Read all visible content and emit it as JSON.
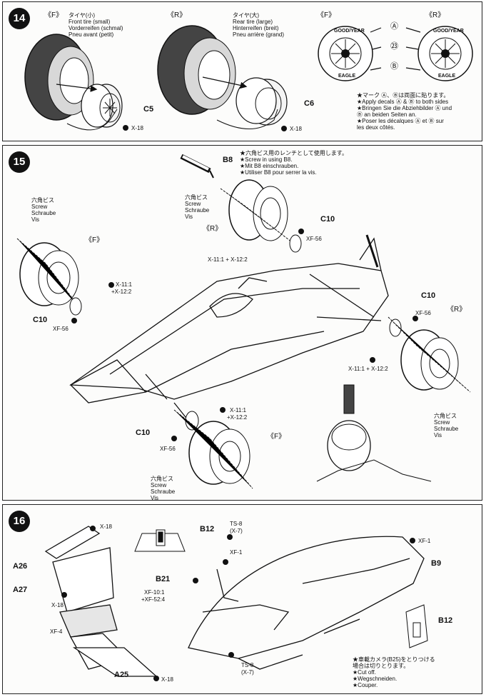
{
  "steps": {
    "s14": {
      "number": "14",
      "front_tag": "《F》",
      "rear_tag": "《R》",
      "front_tire": [
        "タイヤ(小)",
        "Front tire (small)",
        "Vorderreifen (schmal)",
        "Pneu avant (petit)"
      ],
      "rear_tire": [
        "タイヤ(大)",
        "Rear tire (large)",
        "Hinterreifen (breit)",
        "Pneu arrière (grand)"
      ],
      "wheel_front": "C5",
      "wheel_rear": "C6",
      "screw_front": "X-18",
      "screw_rear": "X-18",
      "decal_front_tag": "《F》",
      "decal_rear_tag": "《R》",
      "decal_a": "Ⓐ",
      "decal_23": "㉓",
      "decal_b": "Ⓑ",
      "tire_brand": "GOOD/YEAR",
      "tire_sub": "EAGLE",
      "note": [
        "★マーク Ⓐ、Ⓑは両面に貼ります。",
        "★Apply decals Ⓐ & Ⓑ to both sides",
        "★Bringen Sie die Abziehbilder Ⓐ und",
        "   Ⓑ an beiden Seiten an.",
        "★Poser les décalques Ⓐ et Ⓑ sur",
        "   les deux côtés."
      ]
    },
    "s15": {
      "number": "15",
      "wrench_part": "B8",
      "wrench_note": [
        "★六角ビス用のレンチとして使用します。",
        "★Screw in using B8.",
        "★Mit B8 einschrauben.",
        "★Utiliser B8 pour serrer la vis."
      ],
      "screw_label": [
        "六角ビス",
        "Screw",
        "Schraube",
        "Vis"
      ],
      "rear_tag_top": "《R》",
      "front_tag_left": "《F》",
      "rear_tag_right": "《R》",
      "front_tag_bottom": "《F》",
      "c10": "C10",
      "xf56": "XF-56",
      "mix": "X-11:1 + X-12:2",
      "mix_a": "X-11:1",
      "mix_b": "+X-12:2"
    },
    "s16": {
      "number": "16",
      "x18": "X-18",
      "a26": "A26",
      "a27": "A27",
      "a25": "A25",
      "xf4": "XF-4",
      "b21": "B21",
      "b12": "B12",
      "b9": "B9",
      "b12_2": "B12",
      "ts8": "TS-8",
      "x7": "(X-7)",
      "xf1": "XF-1",
      "xf10": "XF-10:1",
      "xf52": "+XF-52:4",
      "camera_note": [
        "★車載カメラ(B25)をとりつける",
        "  場合は切りとります。",
        "★Cut off.",
        "★Wegschneiden.",
        "★Couper."
      ]
    }
  }
}
